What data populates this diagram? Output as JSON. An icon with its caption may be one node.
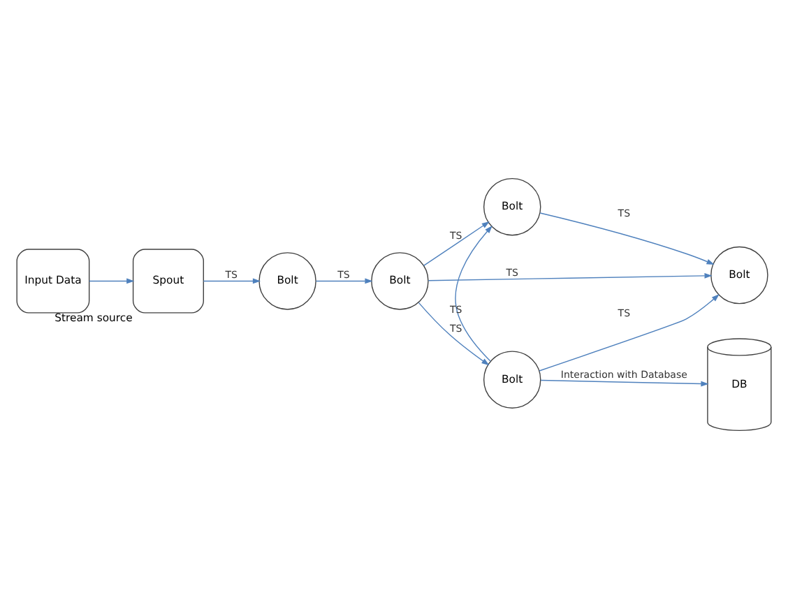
{
  "diagram": {
    "nodes": [
      {
        "text": [
          "Input Data"
        ]
      },
      {
        "text": [
          "Spout"
        ],
        "beside": [
          "Stream source"
        ]
      },
      {
        "text": [
          "Bolt"
        ]
      },
      {
        "text": [
          "Bolt"
        ]
      },
      {
        "text": [
          "Bolt"
        ]
      },
      {
        "text": [
          "Bolt"
        ]
      },
      {
        "text": [
          "Bolt"
        ]
      },
      {
        "text": [
          "DB"
        ]
      }
    ],
    "edges": [
      {
        "from": 0,
        "to": 1,
        "arrow": "to"
      },
      {
        "from": 1,
        "to": 2,
        "arrow": "to",
        "label": "TS"
      },
      {
        "from": 2,
        "to": 3,
        "arrow": "to",
        "label": "TS"
      },
      {
        "from": 3,
        "to": 4,
        "arrow": "to",
        "label": "TS"
      },
      {
        "from": 3,
        "to": 5,
        "arrow": "to",
        "label": "TS"
      },
      {
        "from": 3,
        "to": 6,
        "arrow": "to",
        "label": "TS"
      },
      {
        "from": 4,
        "to": 5,
        "arrow": "to",
        "label": "TS"
      },
      {
        "from": 6,
        "to": 4,
        "arrow": "to",
        "label": "TS"
      },
      {
        "from": 6,
        "to": 5,
        "arrow": "to",
        "label": "TS"
      },
      {
        "from": 6,
        "to": 7,
        "arrow": "to",
        "label": "Interaction with Database"
      }
    ]
  }
}
